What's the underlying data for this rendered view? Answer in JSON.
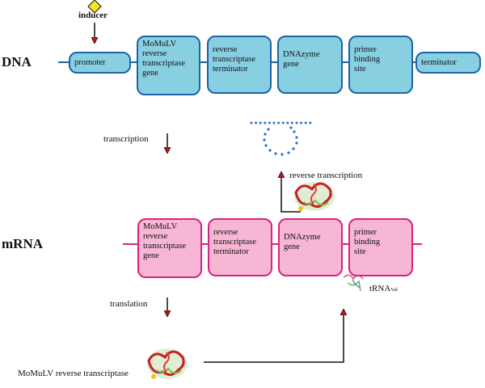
{
  "inducer_label": "inducer",
  "dna": {
    "label": "DNA",
    "boxes": [
      "promoter",
      "MoMuLV\nreverse\ntranscriptase\ngene",
      "reverse\ntranscriptase\nterminator",
      "DNAzyme\ngene",
      "primer\nbinding\nsite",
      "terminator"
    ]
  },
  "mrna": {
    "label": "mRNA",
    "boxes": [
      "MoMuLV\nreverse\ntranscriptase\ngene",
      "reverse\ntranscriptase\nterminator",
      "DNAzyme\ngene",
      "primer\nbinding\nsite"
    ]
  },
  "steps": {
    "transcription": "transcription",
    "reverse_transcription": "reverse transcription",
    "translation": "translation"
  },
  "enzyme_label": "MoMuLV reverse transcriptase",
  "trna": {
    "label": "tRNA",
    "subscript": "Val"
  },
  "colors": {
    "dna_fill": "#89cfe2",
    "dna_stroke": "#1d63a6",
    "mrna_fill": "#f7b6d4",
    "mrna_stroke": "#d6247d",
    "arrowhead": "#c0151b",
    "inducer": "#f6e51a"
  }
}
